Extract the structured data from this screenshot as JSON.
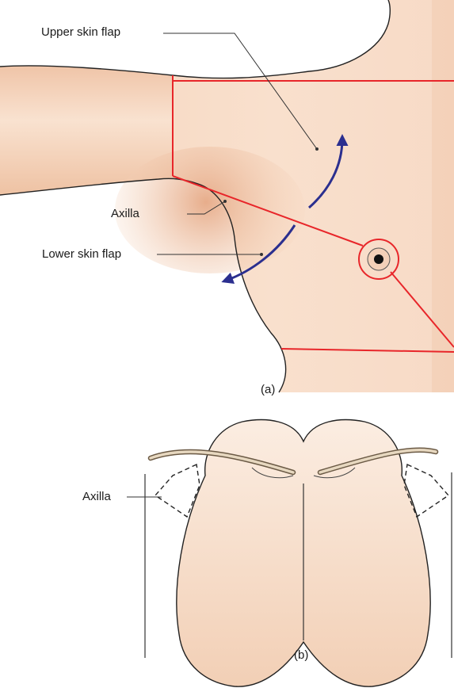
{
  "panel_a": {
    "labels": {
      "upper_skin_flap": "Upper skin flap",
      "axilla": "Axilla",
      "lower_skin_flap": "Lower skin flap"
    },
    "tag": "(a)"
  },
  "panel_b": {
    "labels": {
      "axilla": "Axilla"
    },
    "tag": "(b)"
  },
  "colors": {
    "skin": "#f7dcc6",
    "skin_shade": "#e9b898",
    "incision": "#e8262a",
    "arrow": "#2b2f8f",
    "outline": "#222222"
  }
}
